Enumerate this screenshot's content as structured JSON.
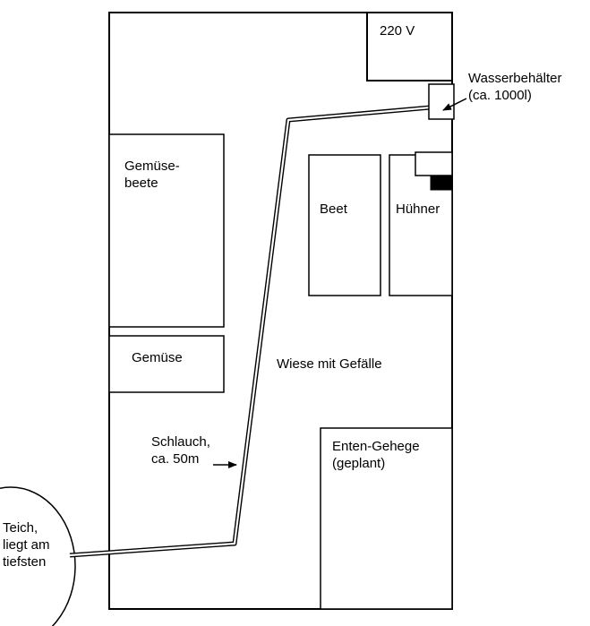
{
  "diagram": {
    "power": {
      "label": "220 V"
    },
    "water_tank": {
      "line1": "Wasserbehälter",
      "line2": "(ca. 1000l)"
    },
    "vegetable_beds": {
      "line1": "Gemüse-",
      "line2": "beete"
    },
    "vegetable_patch": {
      "label": "Gemüse"
    },
    "chicken_coop": {
      "label": "Hühner"
    },
    "bed": {
      "label": "Beet"
    },
    "meadow": {
      "label": "Wiese mit Gefälle"
    },
    "duck_enclosure": {
      "line1": "Enten-Gehege",
      "line2": "(geplant)"
    },
    "hose": {
      "line1": "Schlauch,",
      "line2": "ca. 50m"
    },
    "pond": {
      "line1": "Teich,",
      "line2": "liegt am",
      "line3": "tiefsten"
    },
    "line_color": "#000000",
    "background_color": "#ffffff"
  }
}
